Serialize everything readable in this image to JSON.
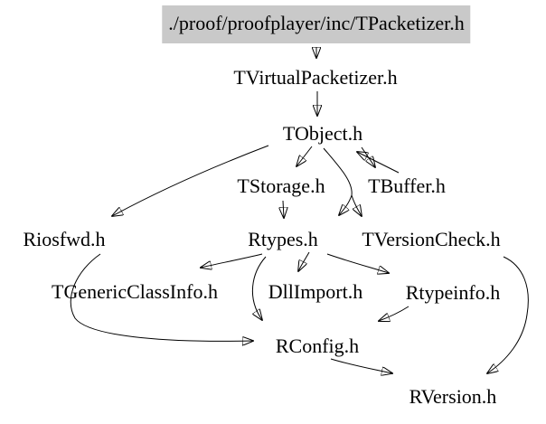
{
  "diagram": {
    "type": "include-dependency-graph",
    "background_color": "#ffffff",
    "text_color": "#000000",
    "edge_color": "#000000",
    "root_highlight_color": "#c9c9c9",
    "nodes": [
      {
        "id": "tpacketizer",
        "label": "./proof/proofplayer/inc/TPacketizer.h",
        "highlighted": true
      },
      {
        "id": "tvirtualpacketizer",
        "label": "TVirtualPacketizer.h",
        "highlighted": false
      },
      {
        "id": "tobject",
        "label": "TObject.h",
        "highlighted": false
      },
      {
        "id": "tstorage",
        "label": "TStorage.h",
        "highlighted": false
      },
      {
        "id": "tbuffer",
        "label": "TBuffer.h",
        "highlighted": false
      },
      {
        "id": "riosfwd",
        "label": "Riosfwd.h",
        "highlighted": false
      },
      {
        "id": "rtypes",
        "label": "Rtypes.h",
        "highlighted": false
      },
      {
        "id": "tversioncheck",
        "label": "TVersionCheck.h",
        "highlighted": false
      },
      {
        "id": "tgenericclassinfo",
        "label": "TGenericClassInfo.h",
        "highlighted": false
      },
      {
        "id": "dllimport",
        "label": "DllImport.h",
        "highlighted": false
      },
      {
        "id": "rtypeinfo",
        "label": "Rtypeinfo.h",
        "highlighted": false
      },
      {
        "id": "rconfig",
        "label": "RConfig.h",
        "highlighted": false
      },
      {
        "id": "rversion",
        "label": "RVersion.h",
        "highlighted": false
      }
    ],
    "edges": [
      {
        "from": "tpacketizer",
        "to": "tvirtualpacketizer"
      },
      {
        "from": "tvirtualpacketizer",
        "to": "tobject"
      },
      {
        "from": "tobject",
        "to": "tstorage"
      },
      {
        "from": "tobject",
        "to": "tbuffer"
      },
      {
        "from": "tbuffer",
        "to": "tobject"
      },
      {
        "from": "tobject",
        "to": "riosfwd"
      },
      {
        "from": "tobject",
        "to": "rtypes"
      },
      {
        "from": "tobject",
        "to": "tversioncheck"
      },
      {
        "from": "tstorage",
        "to": "rtypes"
      },
      {
        "from": "rtypes",
        "to": "tgenericclassinfo"
      },
      {
        "from": "rtypes",
        "to": "dllimport"
      },
      {
        "from": "rtypes",
        "to": "rtypeinfo"
      },
      {
        "from": "rtypes",
        "to": "rconfig"
      },
      {
        "from": "rtypeinfo",
        "to": "rconfig"
      },
      {
        "from": "riosfwd",
        "to": "rconfig"
      },
      {
        "from": "tversioncheck",
        "to": "rversion"
      },
      {
        "from": "rconfig",
        "to": "rversion"
      }
    ]
  }
}
